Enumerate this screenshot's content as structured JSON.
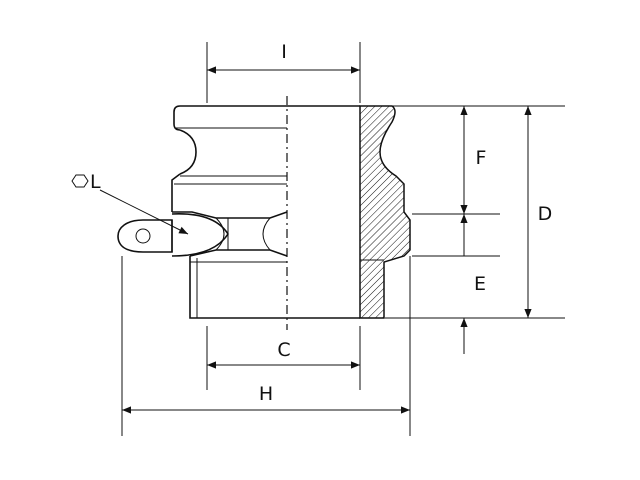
{
  "labels": {
    "I": "I",
    "F": "F",
    "D": "D",
    "E": "E",
    "C": "C",
    "H": "H",
    "L": "L"
  },
  "colors": {
    "line": "#111111",
    "background": "#ffffff"
  },
  "icons": {
    "hex_symbol": "hexagon-icon"
  }
}
